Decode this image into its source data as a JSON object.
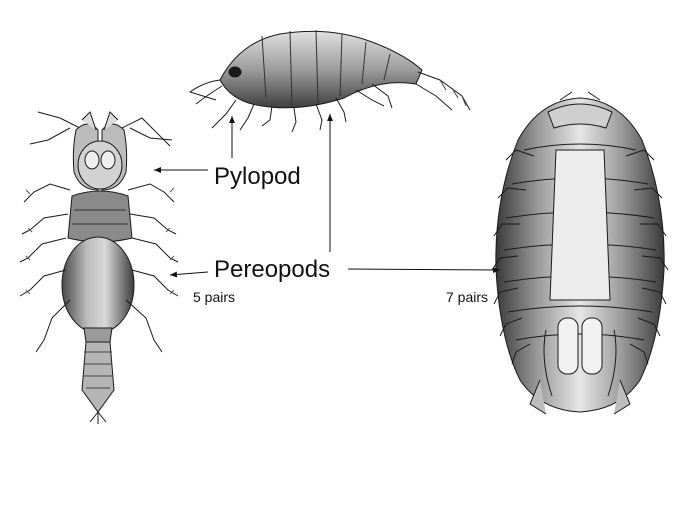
{
  "labels": {
    "pylopod": "Pylopod",
    "pereopods": "Pereopods",
    "left_pairs": "5 pairs",
    "right_pairs": "7 pairs"
  },
  "colors": {
    "ink": "#1a1a1a",
    "shade_dark": "#555555",
    "shade_mid": "#8c8c8c",
    "shade_light": "#c9c9c9",
    "paper": "#ffffff"
  },
  "figures": [
    "amphipod-illustration",
    "mud-shrimp-illustration",
    "isopod-illustration"
  ]
}
